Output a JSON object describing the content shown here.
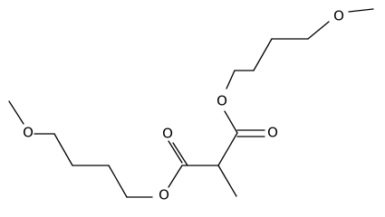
{
  "molecule": {
    "atom_labels": {
      "o_methoxy_top": "O",
      "o_ester_top": "O",
      "o_carbonyl_top": "O",
      "o_carbonyl_bottom": "O",
      "o_ester_bottom": "O",
      "o_methoxy_bottom": "O"
    }
  },
  "colors": {
    "bond": "#000000",
    "label": "#000000",
    "background": "#ffffff"
  }
}
